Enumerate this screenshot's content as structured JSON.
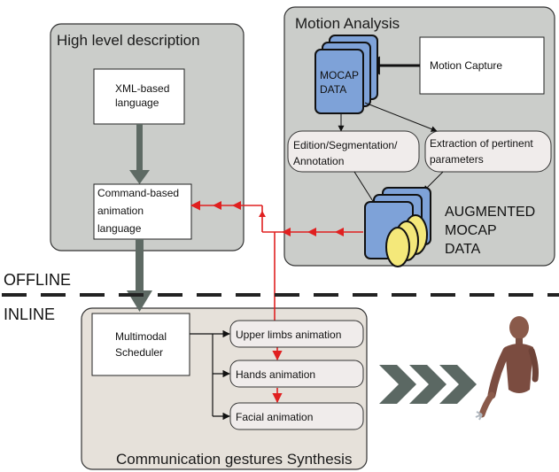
{
  "panels": {
    "high_level": "High level description",
    "motion_analysis": "Motion Analysis",
    "synthesis": "Communication gestures Synthesis"
  },
  "boxes": {
    "xml_line1": "XML-based",
    "xml_line2": "language",
    "cmd_line1": "Command-based",
    "cmd_line2": "animation",
    "cmd_line3": "language",
    "motion_capture": "Motion Capture",
    "mocap_line1": "MOCAP",
    "mocap_line2": "DATA",
    "edition_line1": "Edition/Segmentation/",
    "edition_line2": "Annotation",
    "extraction_line1": "Extraction of pertinent",
    "extraction_line2": "parameters",
    "augmented_line1": "AUGMENTED",
    "augmented_line2": "MOCAP",
    "augmented_line3": "DATA",
    "scheduler_line1": "Multimodal",
    "scheduler_line2": "Scheduler",
    "upper_limbs": "Upper limbs animation",
    "hands": "Hands animation",
    "facial": "Facial animation"
  },
  "labels": {
    "offline": "OFFLINE",
    "inline": "INLINE"
  },
  "colors": {
    "panel_gray": "#cbcdca",
    "panel_beige": "#e6e1da",
    "mocap_blue": "#7ea2d8",
    "augmented_yellow": "#f4e87a",
    "red_arrow": "#e02020",
    "big_arrow_gray": "#5e6a64",
    "chevron_gray": "#5b6863",
    "rounded_box_fill": "#f0eceb"
  },
  "icons": {
    "chevrons": "triple-chevron-right",
    "figure": "3d-mannequin-figure"
  }
}
